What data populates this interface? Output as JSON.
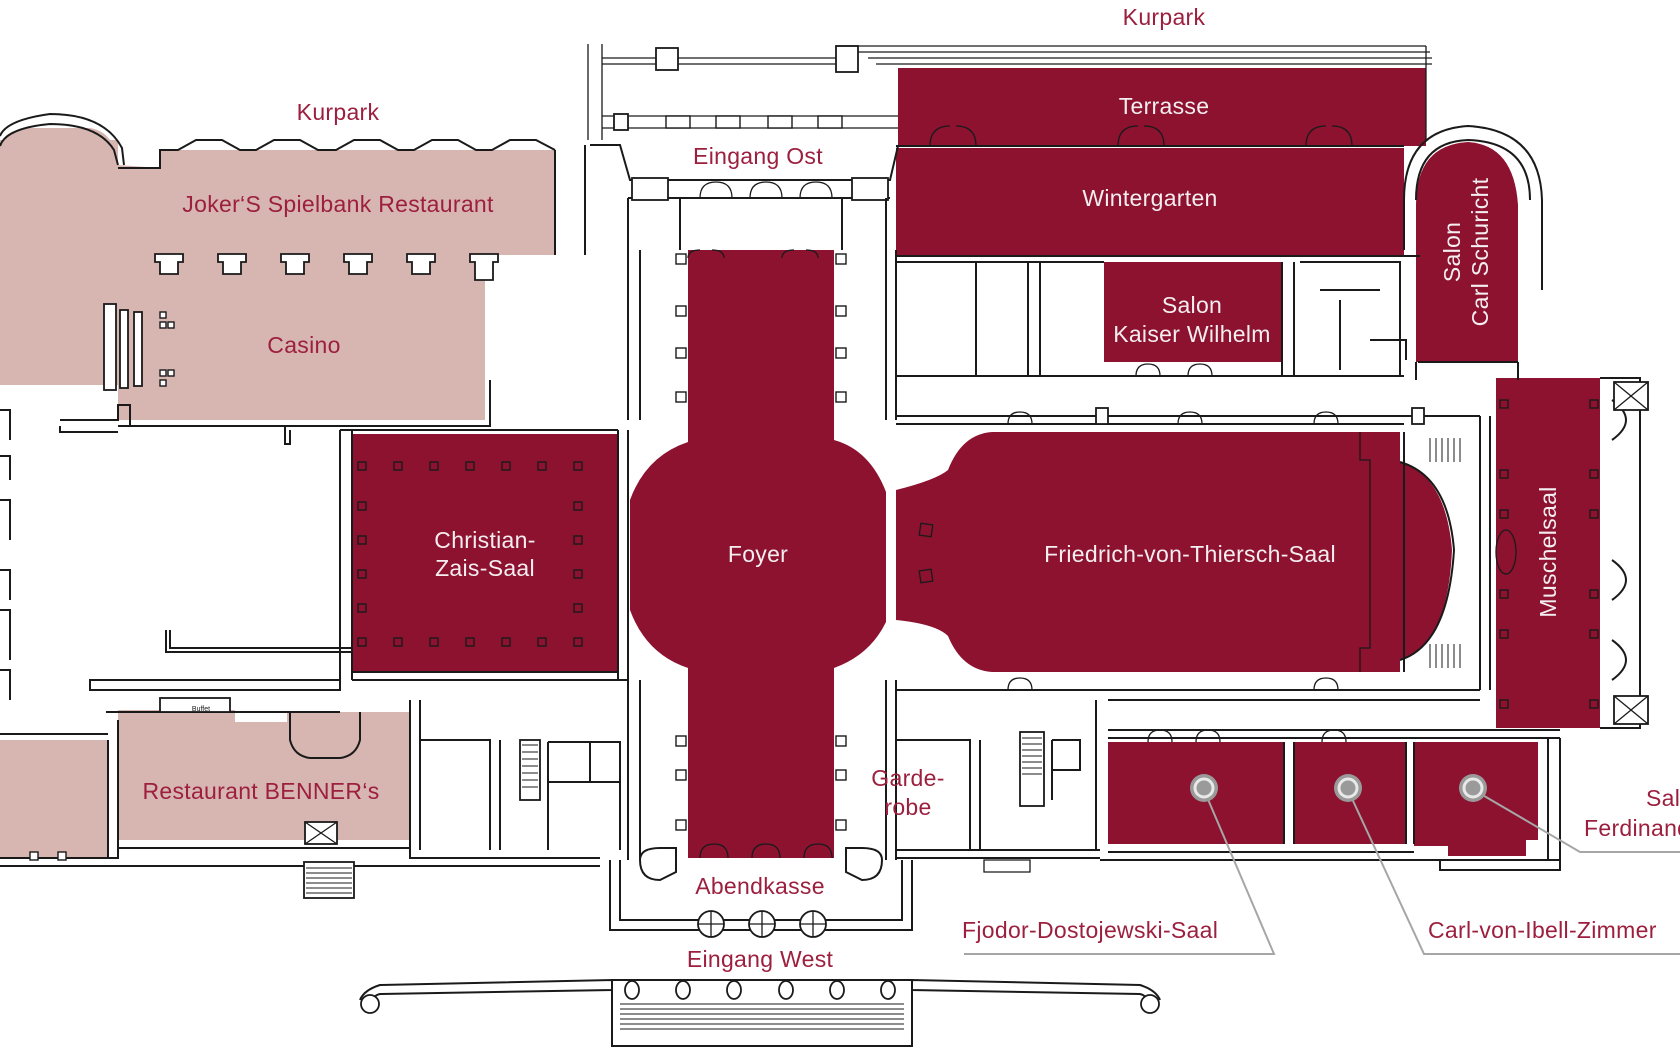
{
  "map": {
    "title": "Kurhaus floor plan",
    "colors": {
      "event_room": "#8c1230",
      "gastronomy_room": "#d7b5b1",
      "label_text": "#9c1f3e",
      "room_label_text": "#f4eef0",
      "leader_line": "#a6a6a6"
    },
    "outside_labels": {
      "kurpark_west": "Kurpark",
      "kurpark_east": "Kurpark",
      "eingang_ost": "Eingang Ost",
      "eingang_west": "Eingang West",
      "abendkasse": "Abendkasse",
      "garderobe_line1": "Garde-",
      "garderobe_line2": "robe"
    },
    "gastronomy_rooms": {
      "jokers": "Joker‘S Spielbank Restaurant",
      "casino": "Casino",
      "benners": "Restaurant BENNER‘s",
      "buffet": "Buffet"
    },
    "event_rooms": {
      "terrasse": "Terrasse",
      "wintergarten": "Wintergarten",
      "kaiser_wilhelm_line1": "Salon",
      "kaiser_wilhelm_line2": "Kaiser Wilhelm",
      "carl_schuricht_line1": "Salon",
      "carl_schuricht_line2": "Carl Schuricht",
      "christian_zais_line1": "Christian-",
      "christian_zais_line2": "Zais-Saal",
      "foyer": "Foyer",
      "thiersch": "Friedrich-von-Thiersch-Saal",
      "muschelsaal": "Muschelsaal"
    },
    "callouts": {
      "dostojewski": "Fjodor-Dostojewski-Saal",
      "ibell": "Carl-von-Ibell-Zimmer",
      "ferdinand_line1": "Salon",
      "ferdinand_line2": "Ferdinand"
    }
  }
}
